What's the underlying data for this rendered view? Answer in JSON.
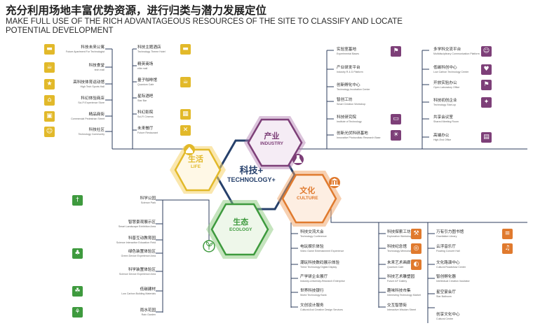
{
  "title_zh": "充分利用场地丰富优势资源，进行归类与潜力发展定位",
  "title_en": "MAKE FULL USE OF THE RICH ADVANTAGEOUS RESOURCES OF THE SITE TO CLASSIFY AND LOCATE POTENTIAL DEVELOPMENT",
  "center": {
    "zh": "科技+",
    "en": "TECHNOLOGY+"
  },
  "colors": {
    "life": "#e2b92a",
    "industry": "#7d3f78",
    "culture": "#e07a2e",
    "ecology": "#3e9a3e",
    "center": "#26406b",
    "branch": "#2e3e5e"
  },
  "hexes": {
    "life": {
      "zh": "生活",
      "en": "LIFE",
      "icon": "house-icon"
    },
    "industry": {
      "zh": "产业",
      "en": "INDUSTRY",
      "icon": "flask-icon"
    },
    "culture": {
      "zh": "文化",
      "en": "CULTURE",
      "icon": "museum-icon"
    },
    "ecology": {
      "zh": "生态",
      "en": "ECOLOGY",
      "icon": "plant-icon"
    }
  },
  "life_left": [
    {
      "zh": "科技未来公寓",
      "en": "Future Apartment For Technologist",
      "icon": "bed-icon"
    },
    {
      "zh": "科技食堂",
      "en": "tech mall",
      "icon": "cup-icon"
    },
    {
      "zh": "高科技体育运动馆",
      "en": "High Tech Sports Hall",
      "icon": "trophy-icon"
    },
    {
      "zh": "科幻体验商店",
      "en": "Sci-Fi Experience Store",
      "icon": "cart-icon"
    },
    {
      "zh": "精品商街",
      "en": "Commercial Pedestrian Street",
      "icon": "shop-icon"
    },
    {
      "zh": "科技社区",
      "en": "Technology Community",
      "icon": "people-icon"
    }
  ],
  "life_right": [
    {
      "zh": "科技主题酒店",
      "en": "Technology Theme Hotel",
      "icon": "bed-icon"
    },
    {
      "zh": "精英商场",
      "en": "elite mall",
      "icon": ""
    },
    {
      "zh": "量子咖啡馆",
      "en": "Quantum Cafe",
      "icon": "coffee-icon"
    },
    {
      "zh": "星际酒吧",
      "en": "Star Bar",
      "icon": ""
    },
    {
      "zh": "科幻影院",
      "en": "Sci-Fi Cinema",
      "icon": "film-icon"
    },
    {
      "zh": "未来餐厅",
      "en": "Future Restaurant",
      "icon": "cutlery-icon"
    }
  ],
  "industry_left": [
    {
      "zh": "实验室基地",
      "en": "Experimental Bases",
      "icon": "microscope-icon"
    },
    {
      "zh": "产业研发平台",
      "en": "Industry R & D Platform",
      "icon": ""
    },
    {
      "zh": "创新孵化中心",
      "en": "Technology Incubation Center",
      "icon": ""
    },
    {
      "zh": "智创工坊",
      "en": "Smart Creation Workshop",
      "icon": ""
    },
    {
      "zh": "科技研究院",
      "en": "Institute of Technology",
      "icon": "monitor-icon"
    },
    {
      "zh": "创新光伏科研基地",
      "en": "Innovative Photovoltaic Research Base",
      "icon": "solar-icon"
    }
  ],
  "industry_right": [
    {
      "zh": "多学科交流平台",
      "en": "Multidisciplinary Communication Platform",
      "icon": "people-icon"
    },
    {
      "zh": "低碳科创中心",
      "en": "Low Carbon Technology Center",
      "icon": "heart-icon"
    },
    {
      "zh": "开放实验办公",
      "en": "Open Laboratory Office",
      "icon": "microscope-icon"
    },
    {
      "zh": "科技初创企业",
      "en": "Technology Start-up",
      "icon": "handshake-icon"
    },
    {
      "zh": "共享会议室",
      "en": "Shared Meeting Room",
      "icon": ""
    },
    {
      "zh": "高端办公",
      "en": "High-End Office",
      "icon": "office-icon"
    }
  ],
  "culture_a": [
    {
      "zh": "科技交流大会",
      "en": "Technology Conference"
    },
    {
      "zh": "电玩娱乐体验",
      "en": "Video Game Entertainment Experience"
    },
    {
      "zh": "潮玩科技数码展示体验",
      "en": "Trend Technology Digital Display"
    },
    {
      "zh": "产学研企业展厅",
      "en": "Industry-University-Research Enterprise"
    },
    {
      "zh": "世界科技银行",
      "en": "World Technology Bank"
    },
    {
      "zh": "文创设计服务",
      "en": "Cultural And Creative Design Services"
    }
  ],
  "culture_b": [
    {
      "zh": "科技探索工坊",
      "en": "Exploration Workshop",
      "icon": "tools-icon"
    },
    {
      "zh": "科技纪念馆",
      "en": "Technology Memorial Hall",
      "icon": "medal-icon"
    },
    {
      "zh": "未来艺术画廊",
      "en": "Quantum Cafe",
      "icon": "palette-icon"
    },
    {
      "zh": "科技艺术雕塑园",
      "en": "Future AF Gallery",
      "icon": ""
    },
    {
      "zh": "趣味科技市集",
      "en": "Interesting Technology Market",
      "icon": ""
    },
    {
      "zh": "交互智慧街",
      "en": "Interactive Wisdom Street",
      "icon": ""
    }
  ],
  "culture_c": [
    {
      "zh": "万有引力图书馆",
      "en": "Gravitation Library",
      "icon": "books-icon"
    },
    {
      "zh": "云浮音乐厅",
      "en": "Floating Concert Hall",
      "icon": "music-icon"
    },
    {
      "zh": "文化路演中心",
      "en": "Cultural Roadshow Center",
      "icon": ""
    },
    {
      "zh": "智创孵化器",
      "en": "Intellectual Creation Incubator",
      "icon": ""
    },
    {
      "zh": "星空宴会厅",
      "en": "Star Ballroom",
      "icon": ""
    },
    {
      "zh": "创享文化中心",
      "en": "Cultural Centre",
      "icon": ""
    }
  ],
  "ecology_items": [
    {
      "zh": "科学公园",
      "en": "Science Park",
      "icon": "runner-icon"
    },
    {
      "zh": "智慧景观展示区",
      "en": "Smart Landscape Exhibition Area",
      "icon": ""
    },
    {
      "zh": "科普互动教育园",
      "en": "Science Interactive Education Field",
      "icon": ""
    },
    {
      "zh": "绿色装置体验区",
      "en": "Green Device Experience Area",
      "icon": "tree-icon"
    },
    {
      "zh": "科学装置体验区",
      "en": "Science Device Experience Area",
      "icon": ""
    },
    {
      "zh": "低碳建材",
      "en": "Low Carbon Building Materials",
      "icon": "leaf-icon"
    },
    {
      "zh": "雨水花园",
      "en": "Rain Garden",
      "icon": "garden-icon"
    }
  ]
}
